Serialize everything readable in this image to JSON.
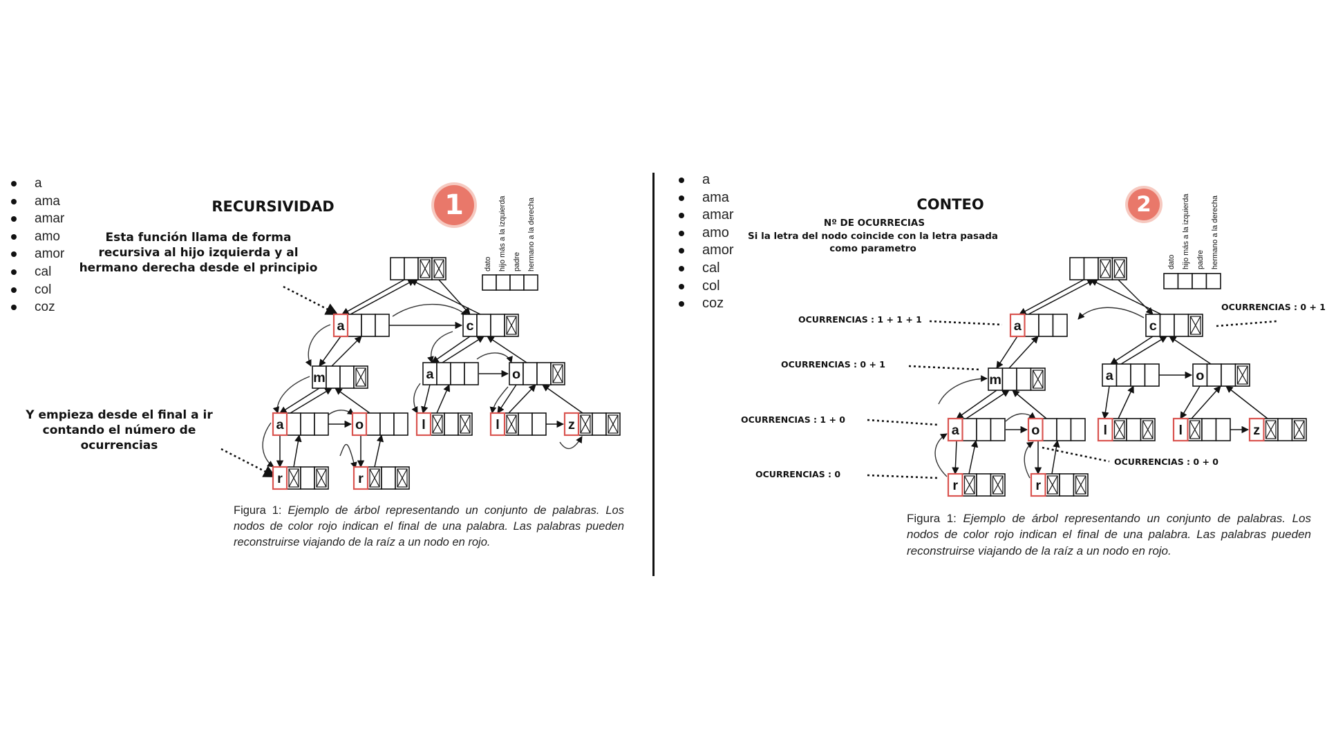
{
  "words": [
    "a",
    "ama",
    "amar",
    "amo",
    "amor",
    "cal",
    "col",
    "coz"
  ],
  "panel1": {
    "title": "RECURSIVIDAD",
    "badge": "1",
    "note_top": "Esta función llama de forma recursiva al hijo izquierda y al hermano derecha desde el principio",
    "note_bottom": "Y empieza desde el final a ir contando el número de ocurrencias"
  },
  "panel2": {
    "title": "CONTEO",
    "badge": "2",
    "subtitle": "Nº DE OCURRECIAS",
    "subtitle_detail": "Si la letra del nodo coincide con la letra pasada como parametro",
    "occurrences": {
      "a_root": "OCURRENCIAS : 1 + 1 + 1",
      "c": "OCURRENCIAS : 0 + 1",
      "m": "OCURRENCIAS : 0 + 1",
      "a_leaf": "OCURRENCIAS : 1 + 0",
      "r": "OCURRENCIAS : 0",
      "o": "OCURRENCIAS : 0 + 0"
    }
  },
  "legend": [
    "dato",
    "hijo más a la izquierda",
    "padre",
    "hermano a la derecha"
  ],
  "node_letters": {
    "a": "a",
    "c": "c",
    "m": "m",
    "o": "o",
    "l": "l",
    "z": "z",
    "r": "r"
  },
  "caption": {
    "lead": "Figura 1:",
    "body": "Ejemplo de árbol representando un conjunto de palabras. Los nodos de color rojo indican el final de una palabra. Las palabras pueden reconstruirse viajando de la raíz a un nodo en rojo."
  },
  "colors": {
    "accent": "#e9786a",
    "accent_glow": "#f6c9c0",
    "end_node": "#d9534f",
    "ink": "#111111"
  }
}
